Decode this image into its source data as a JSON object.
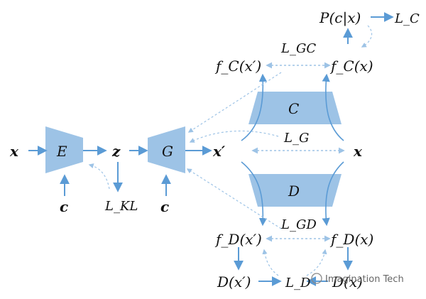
{
  "diagram": {
    "nodes": {
      "x_in": "x",
      "encoder": "E",
      "c_enc": "c",
      "z": "z",
      "L_KL": "L_KL",
      "generator": "G",
      "c_gen": "c",
      "x_prime": "x′",
      "x_right": "x",
      "classifier": "C",
      "discriminator": "D",
      "L_G": "L_G",
      "L_GC": "L_GC",
      "L_GD": "L_GD",
      "fC_xp": "f_C(x′)",
      "fC_x": "f_C(x)",
      "P_cx": "P(c|x)",
      "L_C": "L_C",
      "fD_xp": "f_D(x′)",
      "fD_x": "f_D(x)",
      "D_xp": "D(x′)",
      "L_D": "L_D",
      "D_x": "D(x)"
    },
    "watermark": "Imagination Tech"
  },
  "colors": {
    "shape_fill": "#9dc3e6",
    "arrow": "#5b9bd5",
    "dashed": "#9dc3e6"
  }
}
